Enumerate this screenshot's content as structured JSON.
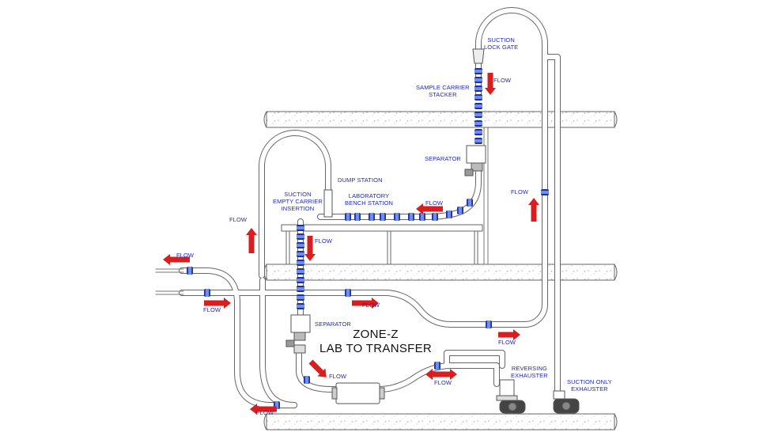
{
  "labels": {
    "suction_lock_gate_1": "SUCTION",
    "suction_lock_gate_2": "LOCK GATE",
    "sample_stacker_1": "SAMPLE CARRIER",
    "sample_stacker_2": "STACKER",
    "separator_upper": "SEPARATOR",
    "dump_station": "DUMP STATION",
    "lab_bench_1": "LABORATORY",
    "lab_bench_2": "BENCH STATION",
    "suction_insert_1": "SUCTION",
    "suction_insert_2": "EMPTY CARRIER",
    "suction_insert_3": "INSERTION",
    "separator_lower": "SEPARATOR",
    "zone_title_1": "ZONE-Z",
    "zone_title_2": "LAB TO TRANSFER",
    "reversing_1": "REVERSING",
    "reversing_2": "EXHAUSTER",
    "suction_only_1": "SUCTION ONLY",
    "suction_only_2": "EXHAUSTER"
  },
  "flow_label": "FLOW",
  "colors": {
    "arrow": "#d81e1e",
    "label": "#1f2ab8",
    "carrier": "#1e2ea8",
    "pipe": "#6a6a6a"
  }
}
